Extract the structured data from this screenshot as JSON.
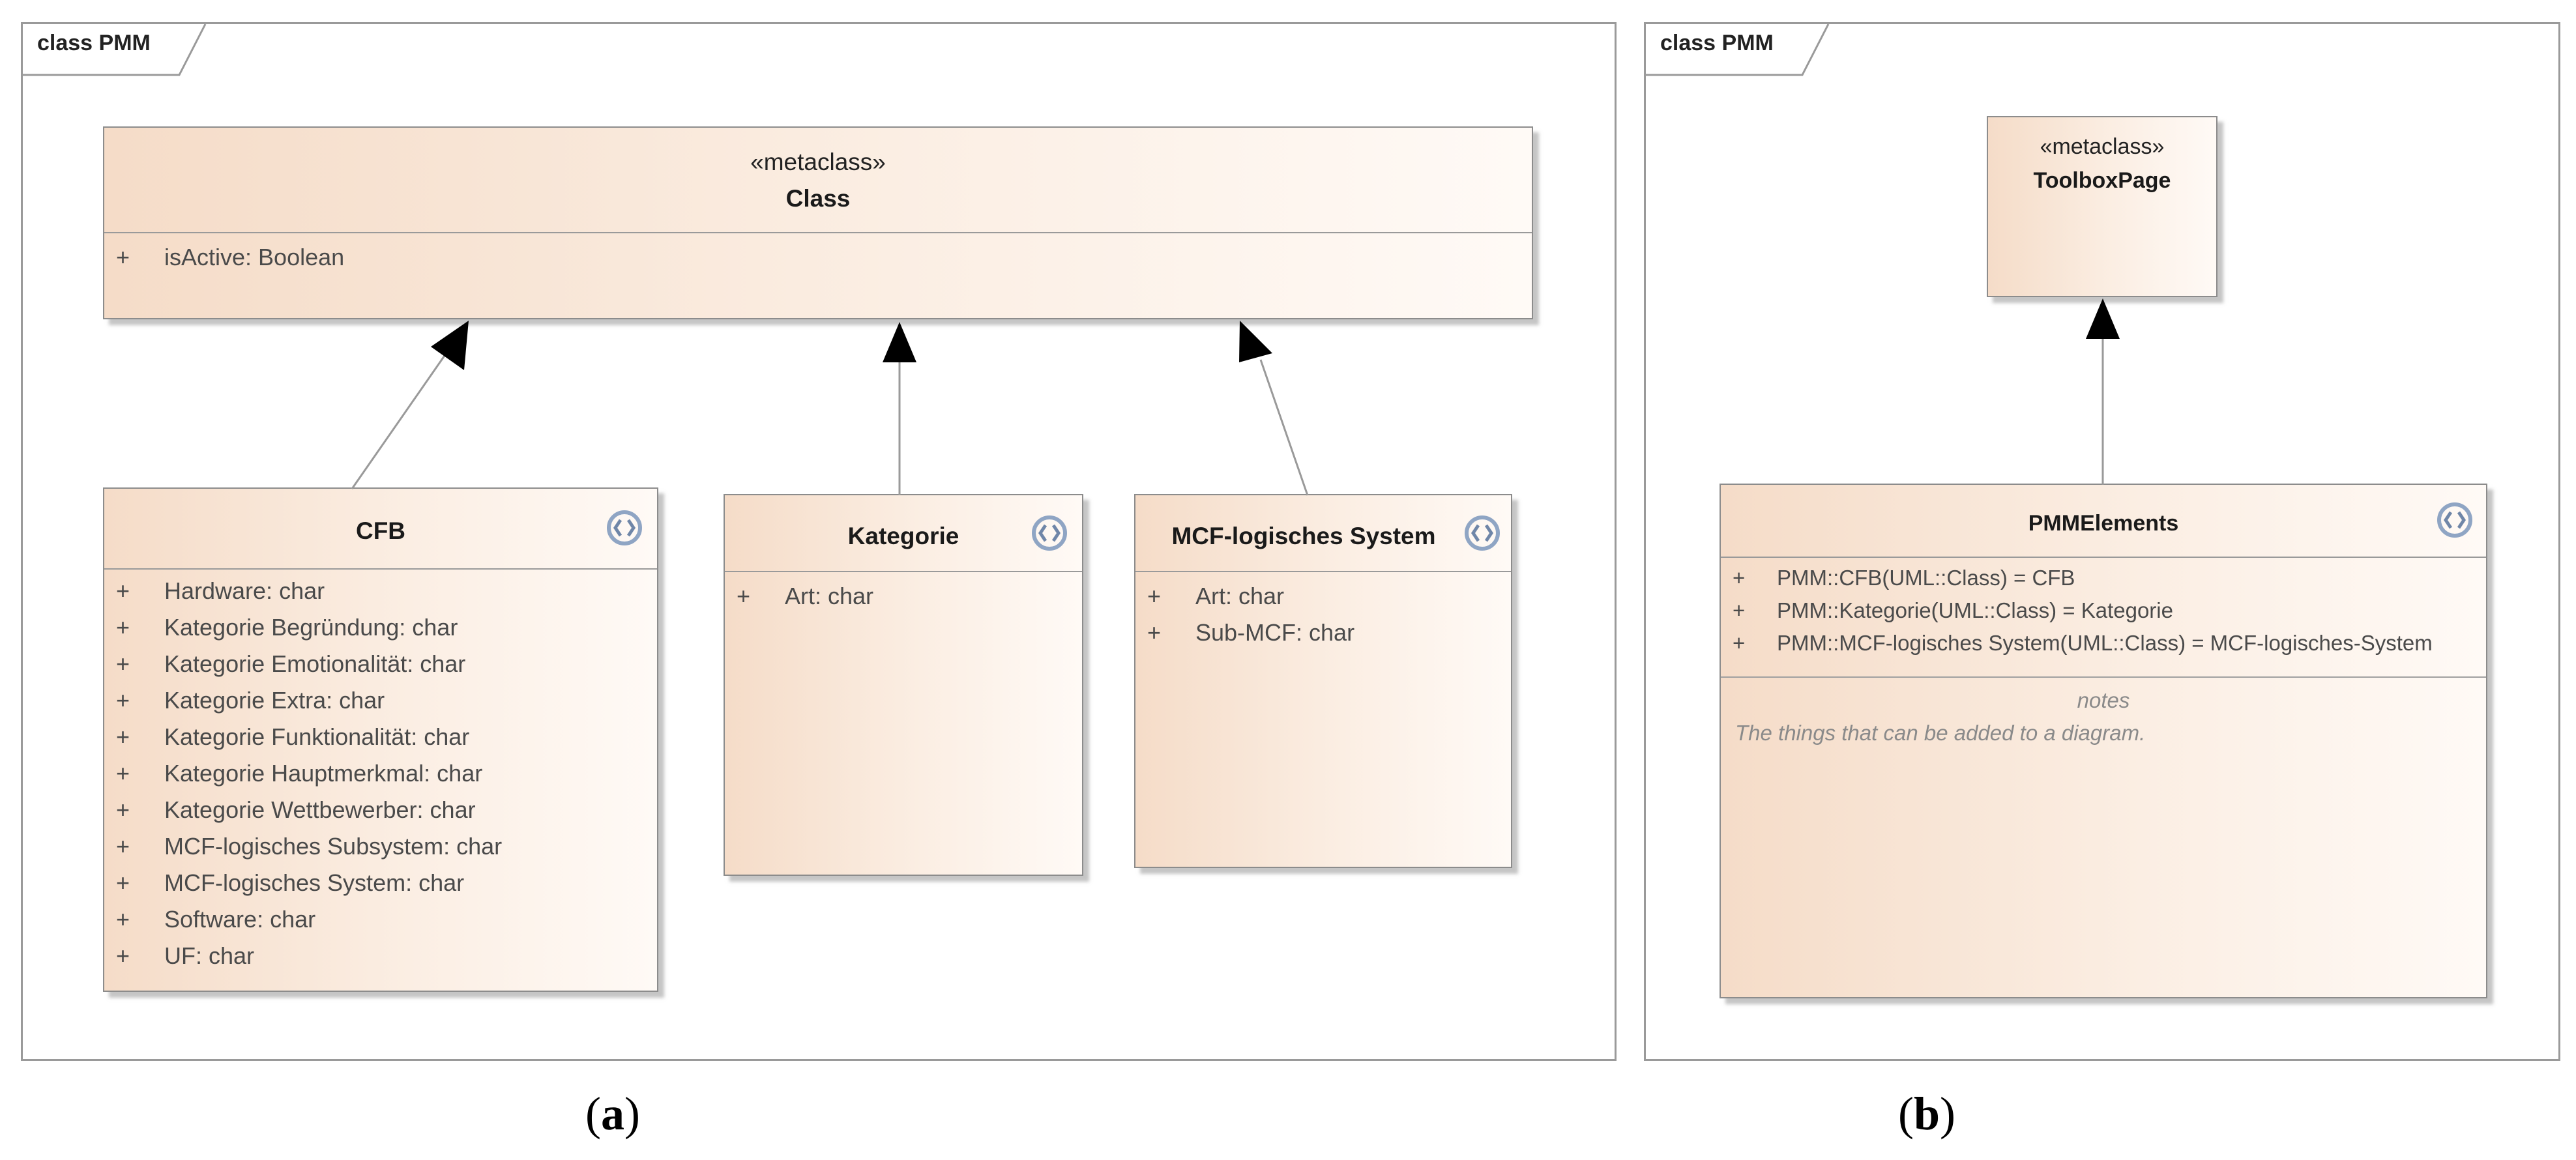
{
  "panel_a": {
    "frame_label": "class PMM",
    "caption_open": "(",
    "caption_letter": "a",
    "caption_close": ")",
    "parent": {
      "stereotype": "«metaclass»",
      "name": "Class",
      "attributes": [
        {
          "vis": "+",
          "text": "isActive: Boolean"
        }
      ]
    },
    "cfb": {
      "name": "CFB",
      "attributes": [
        {
          "vis": "+",
          "text": "Hardware: char"
        },
        {
          "vis": "+",
          "text": "Kategorie Begründung: char"
        },
        {
          "vis": "+",
          "text": "Kategorie Emotionalität: char"
        },
        {
          "vis": "+",
          "text": "Kategorie Extra: char"
        },
        {
          "vis": "+",
          "text": "Kategorie Funktionalität: char"
        },
        {
          "vis": "+",
          "text": "Kategorie Hauptmerkmal: char"
        },
        {
          "vis": "+",
          "text": "Kategorie Wettbewerber: char"
        },
        {
          "vis": "+",
          "text": "MCF-logisches Subsystem: char"
        },
        {
          "vis": "+",
          "text": "MCF-logisches System: char"
        },
        {
          "vis": "+",
          "text": "Software: char"
        },
        {
          "vis": "+",
          "text": "UF: char"
        }
      ]
    },
    "kategorie": {
      "name": "Kategorie",
      "attributes": [
        {
          "vis": "+",
          "text": "Art: char"
        }
      ]
    },
    "mcf": {
      "name": "MCF-logisches System",
      "attributes": [
        {
          "vis": "+",
          "text": "Art: char"
        },
        {
          "vis": "+",
          "text": "Sub-MCF: char"
        }
      ]
    }
  },
  "panel_b": {
    "frame_label": "class PMM",
    "caption_open": "(",
    "caption_letter": "b",
    "caption_close": ")",
    "parent": {
      "stereotype": "«metaclass»",
      "name": "ToolboxPage"
    },
    "elements": {
      "name": "PMMElements",
      "attributes": [
        {
          "vis": "+",
          "text": "PMM::CFB(UML::Class) = CFB"
        },
        {
          "vis": "+",
          "text": "PMM::Kategorie(UML::Class) = Kategorie"
        },
        {
          "vis": "+",
          "text": "PMM::MCF-logisches System(UML::Class) = MCF-logisches-System"
        }
      ],
      "notes_title": "notes",
      "notes_text": "The things that can be added to a diagram."
    }
  },
  "colors": {
    "class_fill_start": "#f5dcc8",
    "class_fill_end": "#fffaf6",
    "border": "#8c8c8c",
    "icon": "#8fa5c4"
  },
  "icons": [
    "stereotype-icon"
  ]
}
